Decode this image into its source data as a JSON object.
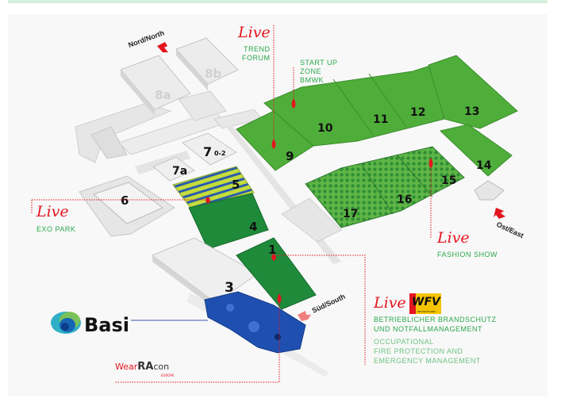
{
  "header": {
    "bar_color": "#d5efdc"
  },
  "compass": {
    "north": "Nord/North",
    "east": "Ost/East",
    "south": "Süd/South"
  },
  "halls": {
    "h8a": "8a",
    "h8b": "8b",
    "h7a": "7a",
    "h7_main": "7",
    "h7_sub": "0-2",
    "h6": "6",
    "h5": "5",
    "h4": "4",
    "h3": "3",
    "h1": "1",
    "h9": "9",
    "h10": "10",
    "h11": "11",
    "h12": "12",
    "h13": "13",
    "h14": "14",
    "h15": "15",
    "h16": "16",
    "h17": "17"
  },
  "live_label": "Live",
  "callouts": {
    "trend_forum": [
      "TREND",
      "FORUM"
    ],
    "startup_zone": [
      "START UP",
      "ZONE",
      "BMWK"
    ],
    "exo_park": "EXO PARK",
    "fashion_show": "FASHION SHOW",
    "fire_protection_de": [
      "BETRIEBLICHER BRANDSCHUTZ",
      "UND NOTFALLMANAGEMENT"
    ],
    "fire_protection_en": [
      "OCCUPATIONAL",
      "FIRE PROTECTION AND",
      "EMERGENCY MANAGEMENT"
    ]
  },
  "logos": {
    "wfv": "WFV",
    "wfv_sub": "DEUTSCHLAND",
    "basi": "Basi",
    "wearracon_wear": "Wear",
    "wearracon_ra": "RA",
    "wearracon_con": "con",
    "wearracon_sub": "EUROPE"
  },
  "colors": {
    "green": "#4fae3a",
    "dark_green": "#1f8a3a",
    "lime": "#c4dc3c",
    "stripe_blue": "#2a5cab",
    "expo_blue": "#1f4fb0",
    "live_red": "#e3151f",
    "text_green": "#2aa84a"
  }
}
